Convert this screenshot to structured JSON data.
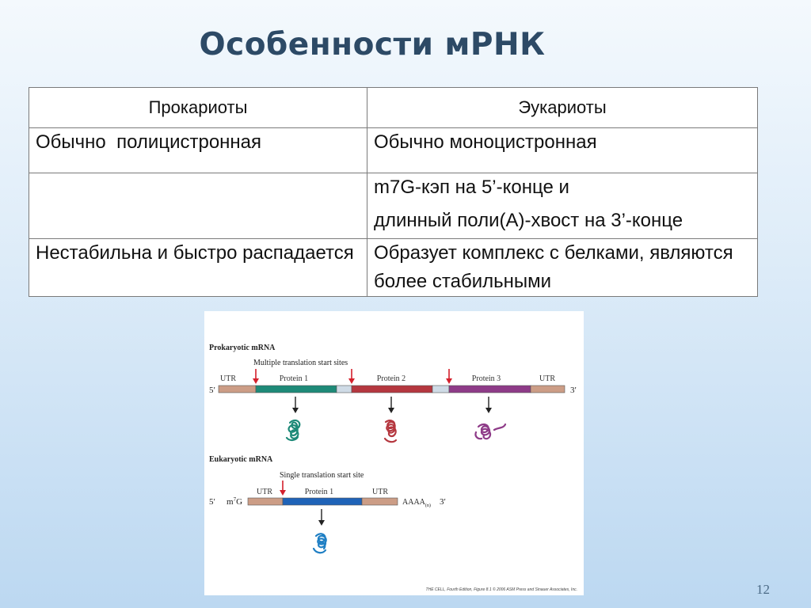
{
  "slide": {
    "title": "Особенности мРНК",
    "page_number": "12"
  },
  "table": {
    "headers": [
      "Прокариоты",
      "Эукариоты"
    ],
    "rows": [
      [
        "Обычно  полицистронная",
        "Обычно моноцистронная"
      ],
      [
        "",
        "m7G-кэп на 5’-конце и",
        "длинный поли(А)-хвост на 3’-конце"
      ],
      [
        "Нестабильна и быстро распадается",
        "Образует комплекс с белками, являются более стабильными"
      ]
    ]
  },
  "figure": {
    "prokaryotic_title": "Prokaryotic mRNA",
    "prokaryotic_subtitle": "Multiple translation start sites",
    "eukaryotic_title": "Eukaryotic mRNA",
    "eukaryotic_subtitle": "Single translation start site",
    "utr": "UTR",
    "five_prime": "5′",
    "three_prime": "3′",
    "m7g": "m",
    "m7g_sup": "7",
    "m7g_base": "G",
    "poly_a": "AAAA",
    "poly_a_sub": "(n)",
    "proteins": [
      "Protein 1",
      "Protein 2",
      "Protein 3"
    ],
    "euk_protein": "Protein 1",
    "credit": "THE CELL, Fourth Edition, Figure 8.1  © 2006 ASM Press and Sinauer Associates, Inc.",
    "colors": {
      "utr": "#cc9d86",
      "protein1": "#1e8a78",
      "protein2": "#b5373f",
      "protein3": "#8e3b88",
      "spacer": "#cfdbe6",
      "euk_protein": "#1f63b8",
      "start_arrow": "#d4202c"
    }
  }
}
